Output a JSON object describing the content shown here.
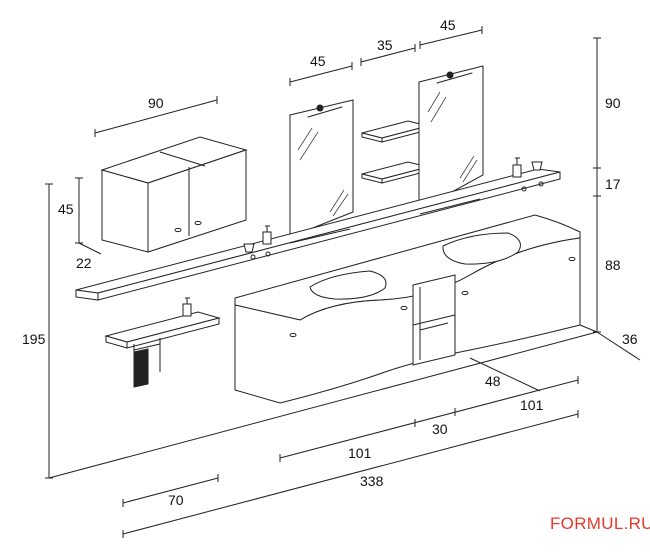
{
  "dimensions": {
    "upper_cabinet_width": "90",
    "upper_cabinet_height": "45",
    "upper_cabinet_depth": "22",
    "mirror_left_width": "45",
    "shelves_width": "35",
    "mirror_right_width": "45",
    "right_mirror_height": "90",
    "shelf_gap": "17",
    "vanity_height": "88",
    "vanity_depth": "36",
    "total_height": "195",
    "vanity_depth_bottom": "48",
    "right_unit_width": "101",
    "open_unit_width": "30",
    "left_unit_width": "101",
    "small_shelf_width": "70",
    "total_width": "338"
  },
  "watermark": "FORMUL.RU"
}
